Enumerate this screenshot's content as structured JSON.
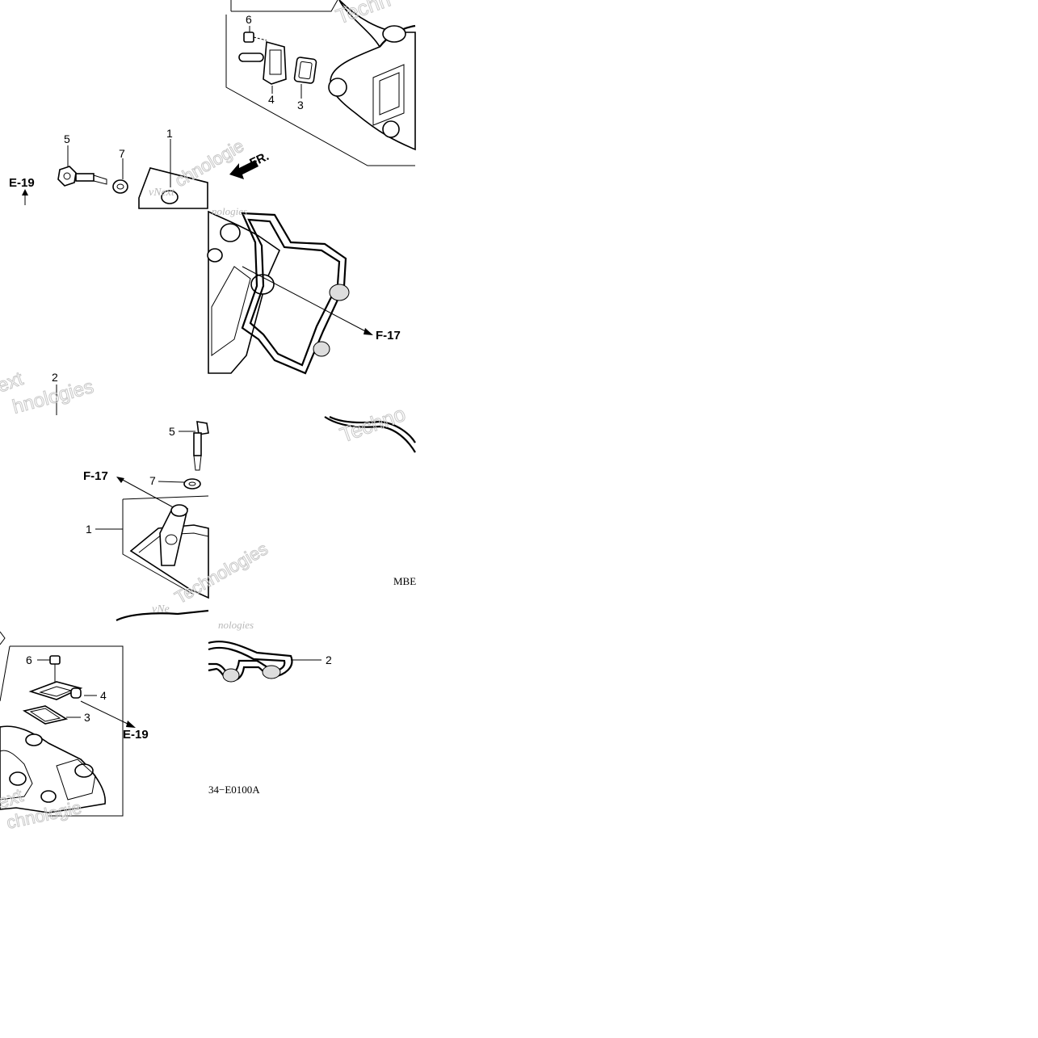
{
  "diagram": {
    "callouts": {
      "tile_a": {
        "c6": "6",
        "c4": "4",
        "c3": "3"
      },
      "tile_b": {
        "c5": "5",
        "c7": "7",
        "c1": "1"
      },
      "tile_c": {
        "c2": "2"
      },
      "tile_d": {
        "c5": "5",
        "c7": "7",
        "c1": "1"
      },
      "tile_e": {
        "c2": "2"
      },
      "tile_f": {
        "c6": "6",
        "c4": "4",
        "c3": "3"
      }
    },
    "references": {
      "e19_left": "E-19",
      "f17_right": "F-17",
      "f17_left": "F-17",
      "e19_bottom": "E-19"
    },
    "direction_label": "FR.",
    "codes": {
      "code_partial_top": "MBE",
      "code_partial_bottom": "34−E0100A"
    },
    "watermarks": {
      "w1": "Techn",
      "w2": "vNext",
      "w3": "Technologies",
      "w4": "ext",
      "w5": "nologies",
      "w6": "chnologie",
      "w7": "Techno",
      "w8": "vNe",
      "w9": "hnologies",
      "w10": "ext",
      "w11": "nologies",
      "w12": "chnologie"
    }
  }
}
